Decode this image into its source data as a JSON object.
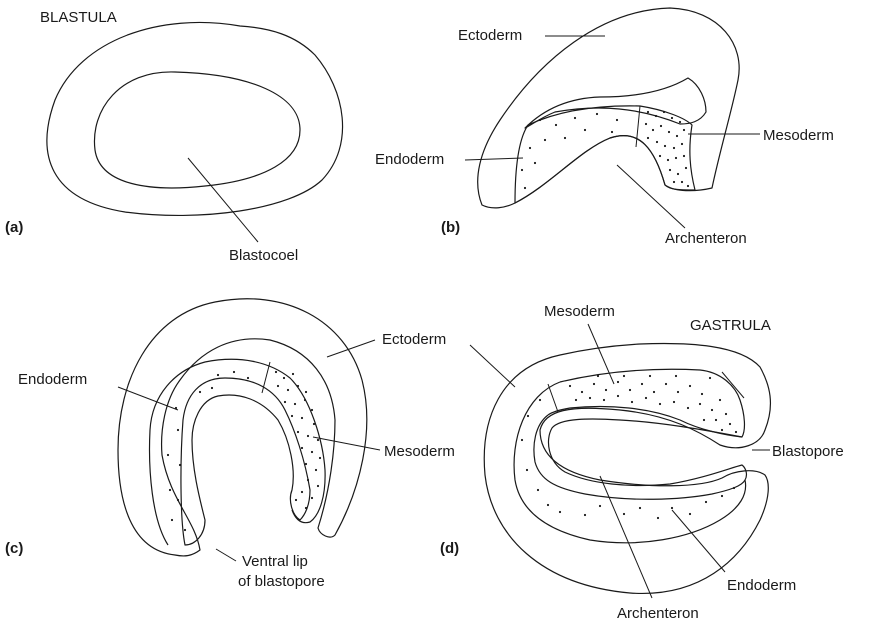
{
  "panels": {
    "a": {
      "tag": "(a)",
      "title": "BLASTULA",
      "labels": {
        "blastocoel": "Blastocoel"
      }
    },
    "b": {
      "tag": "(b)",
      "labels": {
        "ectoderm": "Ectoderm",
        "mesoderm": "Mesoderm",
        "endoderm": "Endoderm",
        "archenteron": "Archenteron"
      }
    },
    "c": {
      "tag": "(c)",
      "labels": {
        "ectoderm": "Ectoderm",
        "endoderm": "Endoderm",
        "mesoderm": "Mesoderm",
        "ventral_lip_line1": "Ventral lip",
        "ventral_lip_line2": "of blastopore"
      }
    },
    "d": {
      "tag": "(d)",
      "title": "GASTRULA",
      "labels": {
        "mesoderm": "Mesoderm",
        "blastopore": "Blastopore",
        "endoderm": "Endoderm",
        "archenteron": "Archenteron"
      }
    }
  }
}
